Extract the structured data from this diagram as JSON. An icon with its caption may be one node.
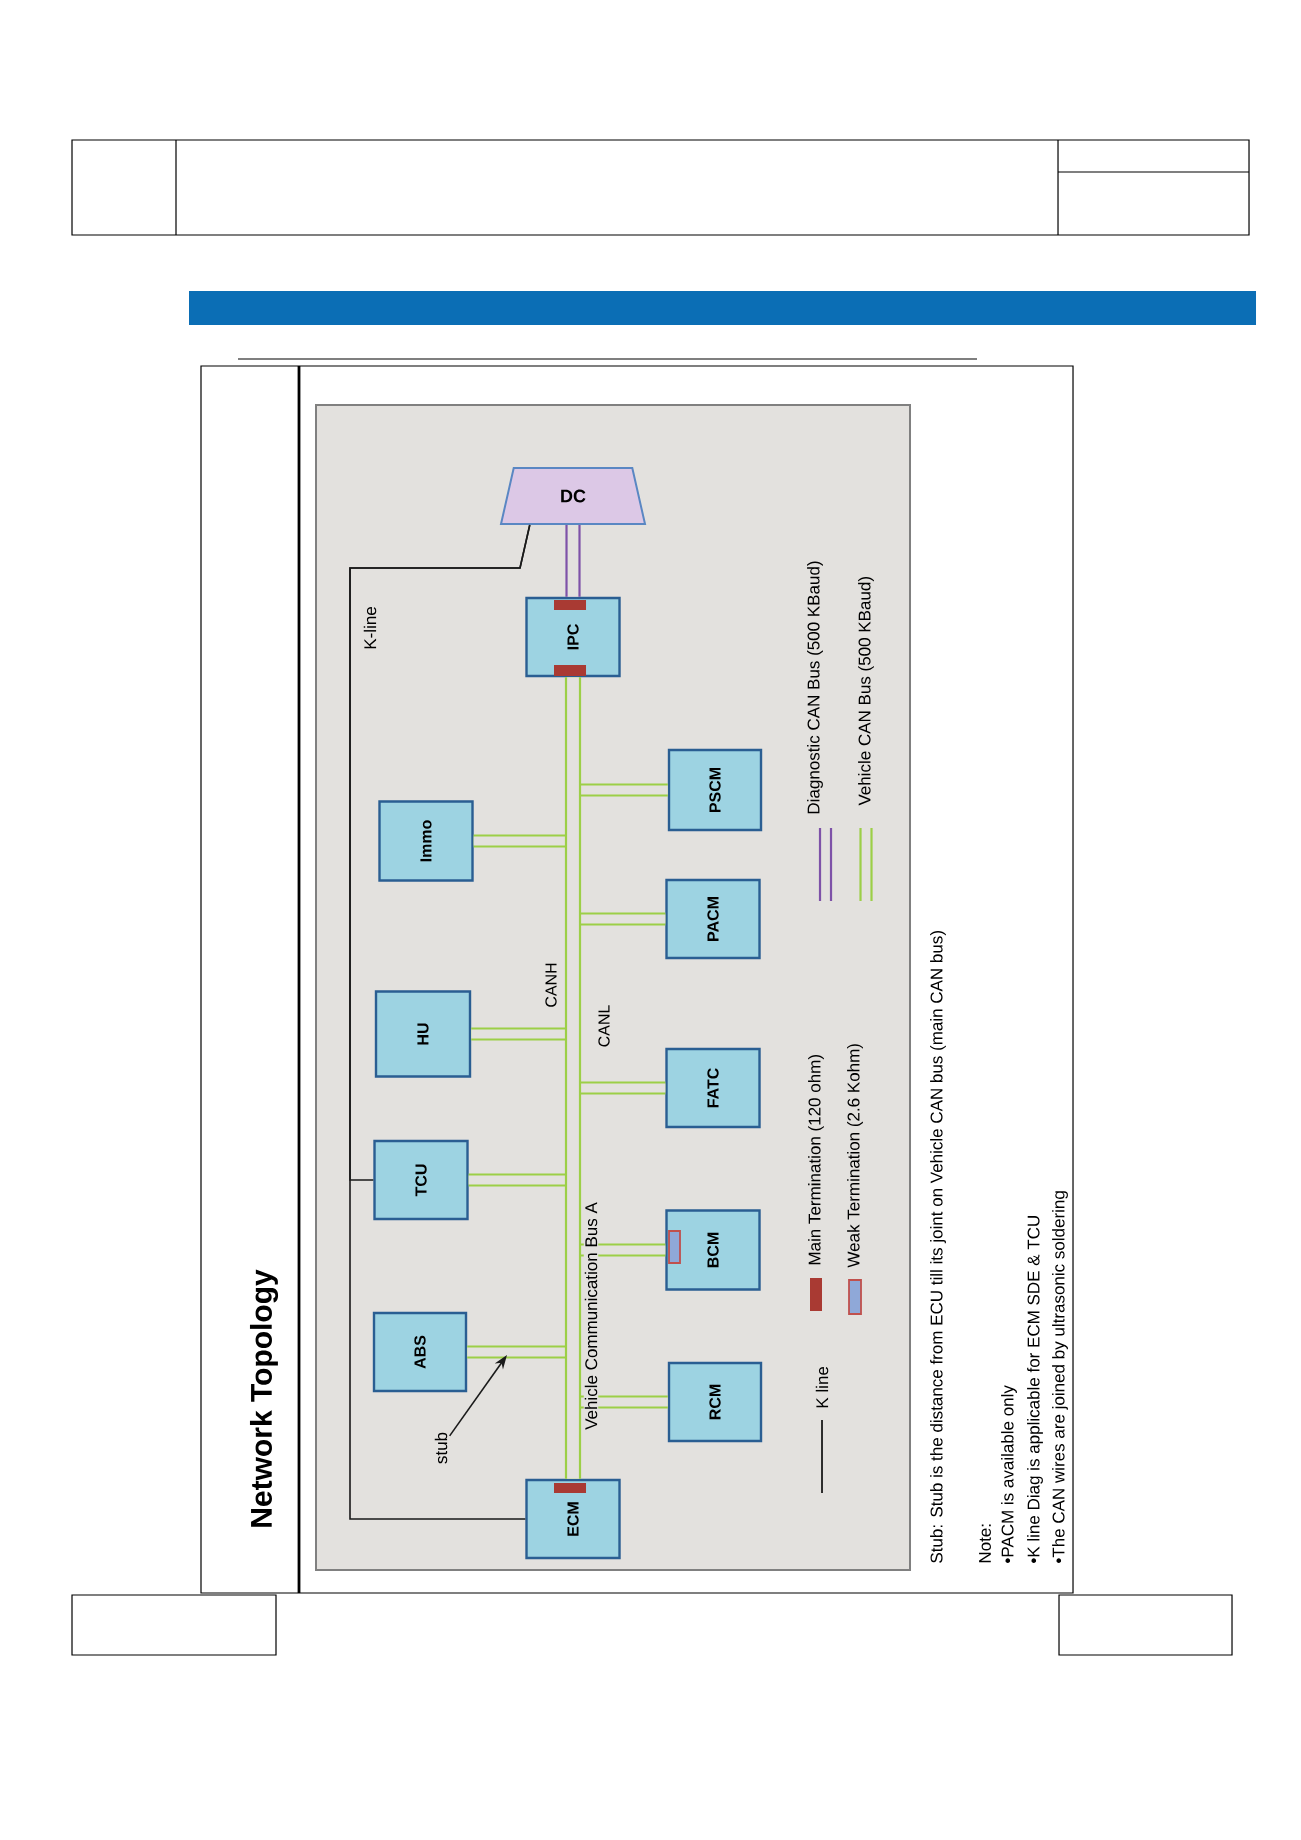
{
  "diagram": {
    "title": "Network Topology",
    "nodes": [
      {
        "text": [
          "DC"
        ]
      },
      {
        "text": [
          "IPC"
        ]
      },
      {
        "text": [
          "PSCM"
        ]
      },
      {
        "text": [
          "Immo"
        ]
      },
      {
        "text": [
          "PACM"
        ]
      },
      {
        "text": [
          "HU"
        ]
      },
      {
        "text": [
          "FATC"
        ]
      },
      {
        "text": [
          "TCU"
        ]
      },
      {
        "text": [
          "BCM"
        ]
      },
      {
        "text": [
          "ABS"
        ]
      },
      {
        "text": [
          "RCM"
        ]
      },
      {
        "text": [
          "ECM"
        ]
      },
      {
        "text": [
          "stub"
        ]
      }
    ],
    "edges": [
      {
        "from": 0,
        "to": 1,
        "arrow": "none",
        "color": "#7e52a8"
      },
      {
        "from": 1,
        "to": 11,
        "arrow": "none",
        "label": "Vehicle Communication Bus A"
      },
      {
        "from": 2,
        "to": null,
        "arrow": "none"
      },
      {
        "from": 3,
        "to": null,
        "arrow": "none"
      },
      {
        "from": 4,
        "to": null,
        "arrow": "none"
      },
      {
        "from": 5,
        "to": null,
        "arrow": "none"
      },
      {
        "from": 6,
        "to": null,
        "arrow": "none"
      },
      {
        "from": 7,
        "to": null,
        "arrow": "none"
      },
      {
        "from": 8,
        "to": null,
        "arrow": "none"
      },
      {
        "from": 9,
        "to": null,
        "arrow": "none"
      },
      {
        "from": 10,
        "to": null,
        "arrow": "none"
      },
      {
        "from": 0,
        "to": 11,
        "arrow": "none",
        "color": "#1a1a1a",
        "label": "K-line"
      },
      {
        "from": 0,
        "to": 7,
        "arrow": "none",
        "color": "#1a1a1a"
      },
      {
        "from": 12,
        "to": null,
        "arrow": "to",
        "color": "#1a1a1a"
      }
    ],
    "labels": [
      "CANH",
      "CANL",
      "Stub:  Stub is the distance from ECU till its joint on Vehicle CAN bus (main CAN bus)",
      "Note:",
      "•PACM is available only",
      "•K line Diag is applicable for ECM SDE & TCU",
      "•The CAN wires are joined by ultrasonic soldering"
    ],
    "legend": [
      {
        "text": "K line"
      },
      {
        "text": "Main Termination (120 ohm)",
        "color": "#a93a33"
      },
      {
        "text": "Weak Termination (2.6 Kohm)",
        "color": "#8fa8d8"
      },
      {
        "text": "Diagnostic CAN  Bus (500 KBaud)"
      },
      {
        "text": "Vehicle CAN Bus (500 KBaud)"
      }
    ]
  }
}
